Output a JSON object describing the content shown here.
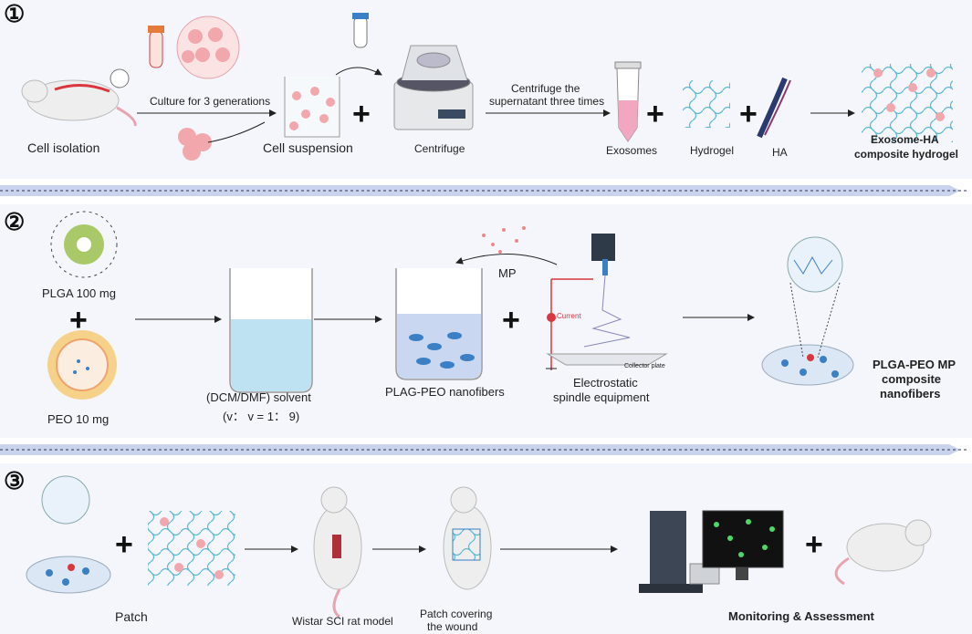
{
  "sections": [
    {
      "number": "①"
    },
    {
      "number": "②"
    },
    {
      "number": "③"
    }
  ],
  "step1": {
    "cell_isolation": "Cell isolation",
    "culture_label": "Culture for 3 generations",
    "cell_suspension": "Cell suspension",
    "centrifuge": "Centrifuge",
    "supernatant_l1": "Centrifuge the",
    "supernatant_l2": "supernatant three times",
    "exosomes": "Exosomes",
    "hydrogel": "Hydrogel",
    "ha": "HA",
    "result_l1": "Exosome-HA",
    "result_l2": "composite hydrogel"
  },
  "step2": {
    "plga": "PLGA 100 mg",
    "peo": "PEO  10 mg",
    "solvent_l1": "(DCM/DMF) solvent",
    "solvent_l2": "(v： v = 1： 9)",
    "nanofibers": "PLAG-PEO nanofibers",
    "mp": "MP",
    "current": "Current",
    "collector": "Collector plate",
    "equip_l1": "Electrostatic",
    "equip_l2": "spindle equipment",
    "result_l1": "PLGA-PEO MP",
    "result_l2": "composite",
    "result_l3": "nanofibers"
  },
  "step3": {
    "patch": "Patch",
    "rat_model": "Wistar SCI rat model",
    "covering_l1": "Patch covering",
    "covering_l2": "the wound",
    "monitoring": "Monitoring & Assessment"
  },
  "plus_sign": "+",
  "colors": {
    "panel_bg": "#f4f6fb",
    "separator": "#c9d3ec",
    "hydrogel_line": "#5bb8d6",
    "cell_pink": "#f2a7ad",
    "fiber_blue": "#3b7fc4",
    "red": "#d9363e"
  }
}
